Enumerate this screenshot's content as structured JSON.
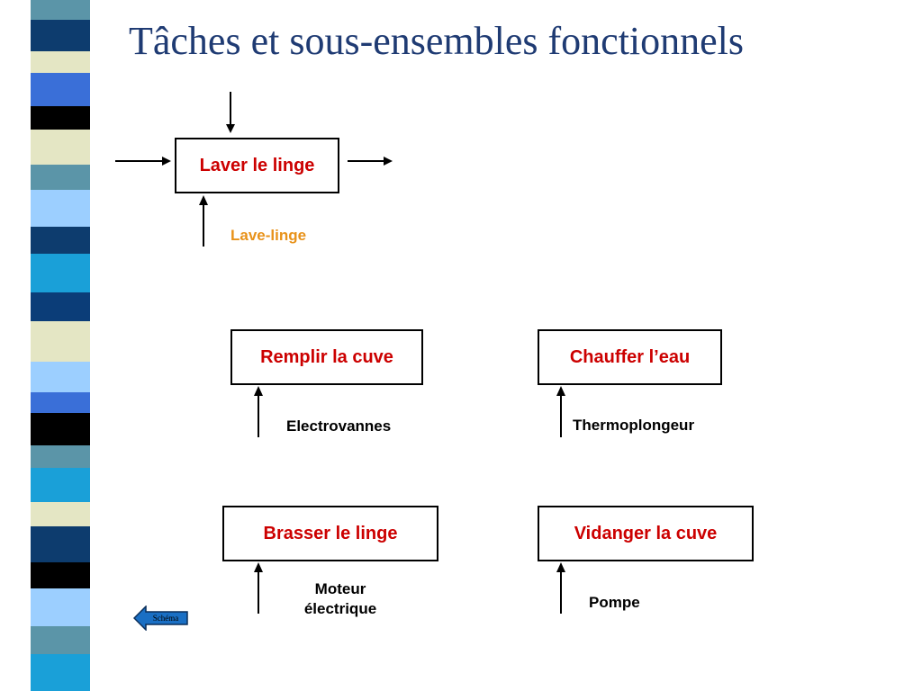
{
  "title": "Tâches et sous-ensembles fonctionnels",
  "main_task": {
    "label": "Laver le linge",
    "system": "Lave-linge"
  },
  "subtasks": [
    {
      "label": "Remplir la cuve",
      "component": "Electrovannes"
    },
    {
      "label": "Chauffer l’eau",
      "component": "Thermoplongeur"
    },
    {
      "label": "Brasser le linge",
      "component_line1": "Moteur",
      "component_line2": "électrique"
    },
    {
      "label": "Vidanger la cuve",
      "component": "Pompe"
    }
  ],
  "nav": {
    "schema_label": "Schéma"
  },
  "colors": {
    "title": "#1f3b73",
    "task_text": "#cc0000",
    "system_text": "#e8921a",
    "nav_fill": "#1a6fc4"
  }
}
